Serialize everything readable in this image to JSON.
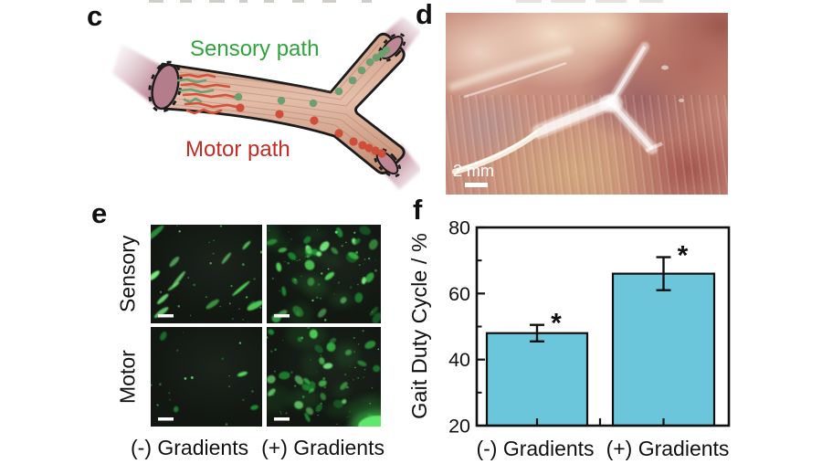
{
  "panels": {
    "c": {
      "letter": "c",
      "sensory_label": "Sensory path",
      "motor_label": "Motor path"
    },
    "d": {
      "letter": "d",
      "scale_label": "2 mm"
    },
    "e": {
      "letter": "e",
      "row_labels": [
        "Sensory",
        "Motor"
      ],
      "col_labels": [
        "(-) Gradients",
        "(+) Gradients"
      ]
    },
    "f": {
      "letter": "f"
    }
  },
  "colors": {
    "sensory_green": "#2FA33C",
    "motor_red": "#C42B24",
    "bar_fill": "#6CC6DB",
    "fluorescence_green": "#46CF52"
  },
  "chart_data": {
    "type": "bar",
    "categories": [
      "(-) Gradients",
      "(+) Gradients"
    ],
    "values": [
      48,
      66
    ],
    "errors": [
      2.5,
      5
    ],
    "annotations": [
      "*",
      "*"
    ],
    "title": "",
    "xlabel": "",
    "ylabel": "Gait Duty Cycle / %",
    "ylim": [
      20,
      80
    ],
    "yticks": [
      20,
      40,
      60,
      80
    ],
    "yticks_minor": [
      30,
      50,
      70
    ],
    "bar_color": "#6CC6DB",
    "grid": false,
    "legend_position": null
  },
  "microscopy": {
    "quadrants": [
      {
        "row": "Sensory",
        "col": "(-) Gradients",
        "density": "sparse",
        "blobs": 13,
        "specks": 26,
        "elongated": true,
        "bright_corner": false
      },
      {
        "row": "Sensory",
        "col": "(+) Gradients",
        "density": "dense",
        "blobs": 34,
        "specks": 40,
        "elongated": false,
        "bright_corner": false
      },
      {
        "row": "Motor",
        "col": "(-) Gradients",
        "density": "very-sparse",
        "blobs": 4,
        "specks": 16,
        "elongated": false,
        "bright_corner": false
      },
      {
        "row": "Motor",
        "col": "(+) Gradients",
        "density": "dense",
        "blobs": 30,
        "specks": 44,
        "elongated": false,
        "bright_corner": true
      }
    ]
  }
}
